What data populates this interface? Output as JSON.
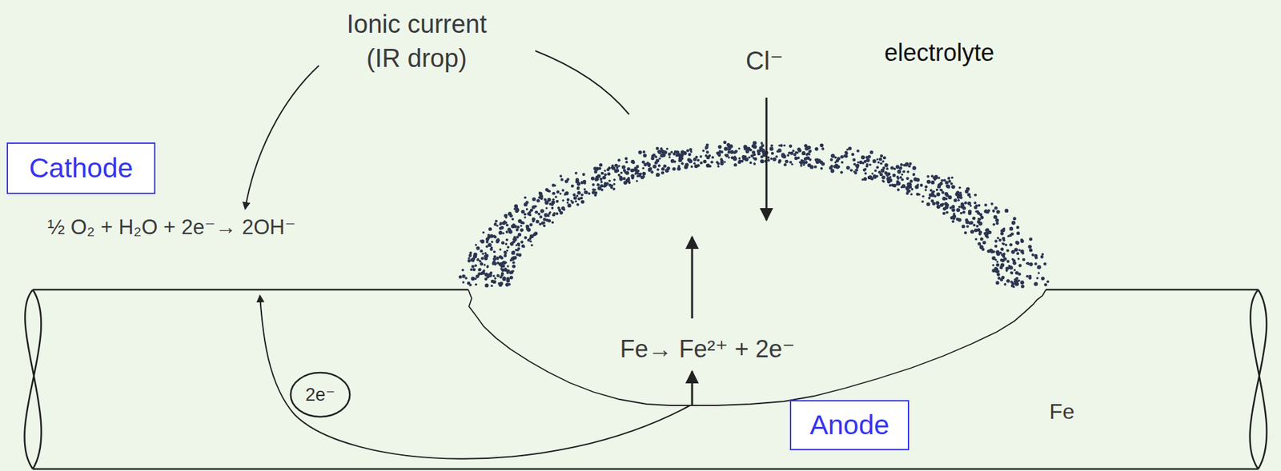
{
  "diagram": {
    "nodes": [
      {
        "text": [
          "Cathode"
        ]
      },
      {
        "text": [
          "2e⁻"
        ]
      },
      {
        "text": [
          "Anode"
        ]
      }
    ],
    "labels": [
      "Ionic current (IR drop)",
      "Cl⁻",
      "electrolyte",
      "½ O₂ + H₂O + 2e⁻→ 2OH⁻",
      "Fe→ Fe²⁺ + 2e⁻",
      "Fe"
    ]
  }
}
